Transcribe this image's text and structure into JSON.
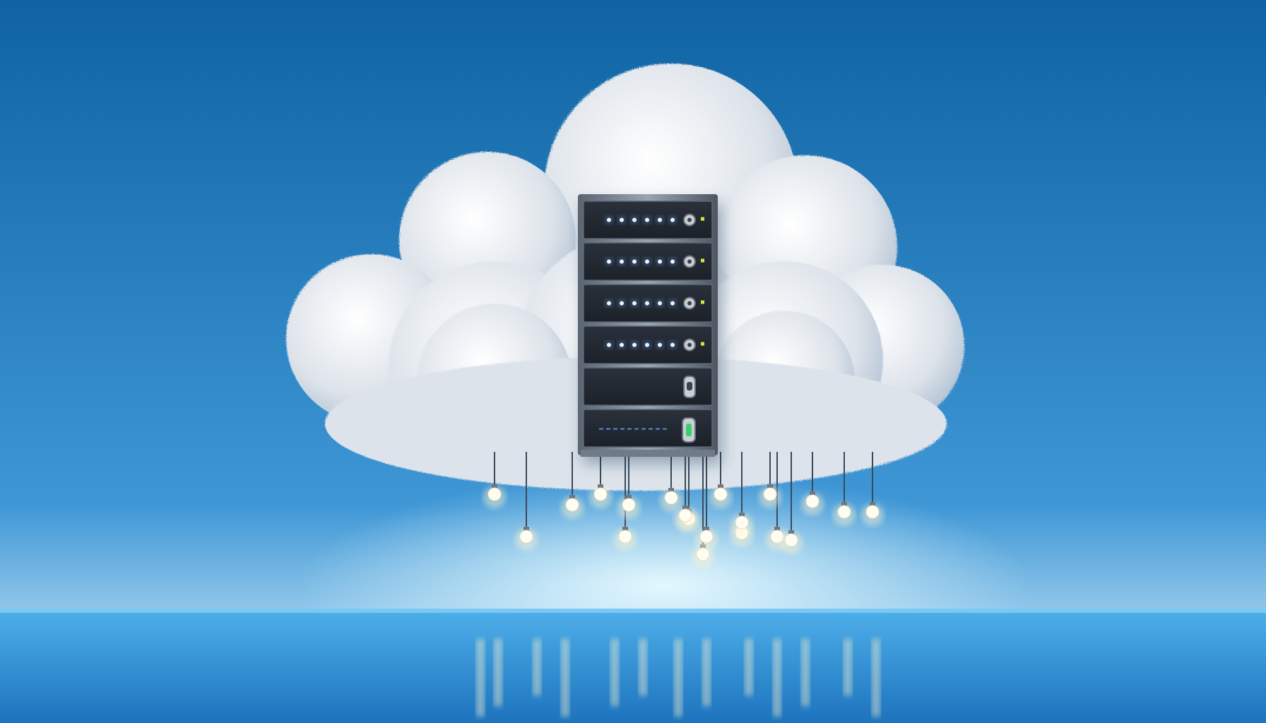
{
  "scene": {
    "subject": "cloud-server",
    "colors": {
      "sky_top": "#0f63a3",
      "sky_mid": "#3f97d6",
      "horizon_glow": "#e8fbff",
      "floor_top": "#4fb0ea",
      "floor_bottom": "#1d73bd",
      "cloud_light": "#ffffff",
      "cloud_shade": "#dde3ea",
      "cloud_rim": "#b9c8d8",
      "server_frame": "#9aa4b1",
      "server_panel": "#1c2129",
      "led_blue": "#5aa8ff",
      "led_green": "#39d06a",
      "bulb_glow": "#fff4cf"
    },
    "server": {
      "units": 6,
      "units_with_led_rows": 4,
      "leds_per_row": 6
    },
    "bulbs": {
      "count": 20
    }
  }
}
